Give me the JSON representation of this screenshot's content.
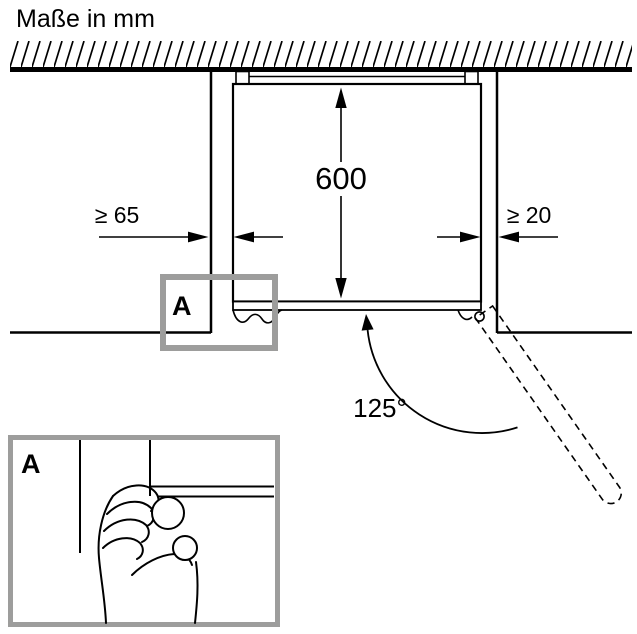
{
  "title": "Maße in mm",
  "dimensions": {
    "depth": "600",
    "left_clearance": "≥ 65",
    "right_clearance": "≥ 20",
    "door_angle": "125°"
  },
  "detail": {
    "marker": "A",
    "inset_marker": "A"
  },
  "colors": {
    "line": "#000000",
    "detail-frame": "#9d9d9c",
    "background": "#ffffff"
  }
}
